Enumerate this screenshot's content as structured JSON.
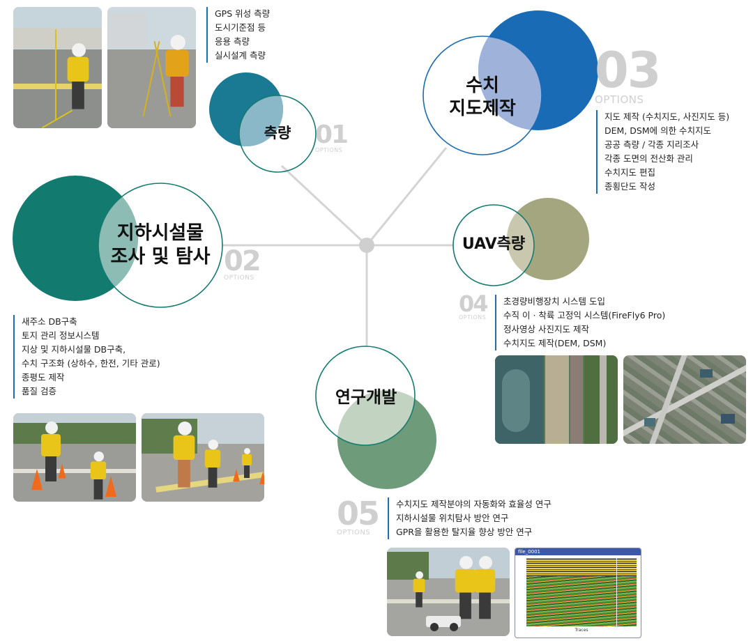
{
  "nodes": [
    {
      "id": "01",
      "label_lines": [
        "측량"
      ],
      "option_word": "OPTIONS",
      "desc": [
        "GPS 위성 측량",
        "도시기준점 등",
        "응용 측량",
        "실시설계 측량"
      ]
    },
    {
      "id": "02",
      "label_lines": [
        "지하시설물",
        "조사 및 탐사"
      ],
      "option_word": "OPTIONS",
      "desc": [
        "새주소 DB구축",
        "토지 관리 정보시스템",
        "지상 및 지하시설물 DB구축,",
        "수치 구조화 (상하수, 한전, 기타 관로)",
        "종평도 제작",
        "품질 검증"
      ]
    },
    {
      "id": "03",
      "label_lines": [
        "수치",
        "지도제작"
      ],
      "option_word": "OPTIONS",
      "desc": [
        "지도 제작 (수치지도, 사진지도 등)",
        "DEM, DSM에 의한 수치지도",
        "공공 측량 / 각종 지리조사",
        "각종 도면의 전산화 관리",
        "수치지도 편집",
        "종횡단도 작성"
      ]
    },
    {
      "id": "04",
      "label_lines": [
        "UAV측량"
      ],
      "option_word": "OPTIONS",
      "desc": [
        "초경량비행장치 시스템 도입",
        "수직 이 · 착륙 고정익 시스템(FireFly6 Pro)",
        "정사영상 사진지도 제작",
        "수치지도 제작(DEM, DSM)"
      ]
    },
    {
      "id": "05",
      "label_lines": [
        "연구개발"
      ],
      "option_word": "OPTIONS",
      "desc": [
        "수치지도 제작분야의 자동화와 효율성 연구",
        "지하시설물 위치탐사 방안 연구",
        "GPR을 활용한 탈지율 향상 방안 연구"
      ]
    }
  ],
  "colors": {
    "node01": "#1a7a93",
    "node02": "#137a70",
    "node03": "#1a6bb5",
    "node04": "#a3a67e",
    "node05": "#6e9c7a",
    "overlap01": "#8ab8c9",
    "overlap02": "#8dbcb4",
    "overlap03": "#9fb3da",
    "overlap04": "#c9c7ad",
    "overlap05": "#c3d3c2",
    "line": "#d4d4d4",
    "option_text": "#cfcfcf",
    "desc_border": "#1a6fb0"
  },
  "gpr_panel": {
    "title": "file_0001",
    "axis_label": "Traces"
  },
  "photos_desc": [
    "gps-survey-photo",
    "tripod-survey-photo",
    "underground-survey-photo",
    "pipe-locating-photo",
    "aerial-coastline-photo",
    "aerial-village-photo",
    "gpr-cart-photo",
    "gpr-radargram"
  ]
}
